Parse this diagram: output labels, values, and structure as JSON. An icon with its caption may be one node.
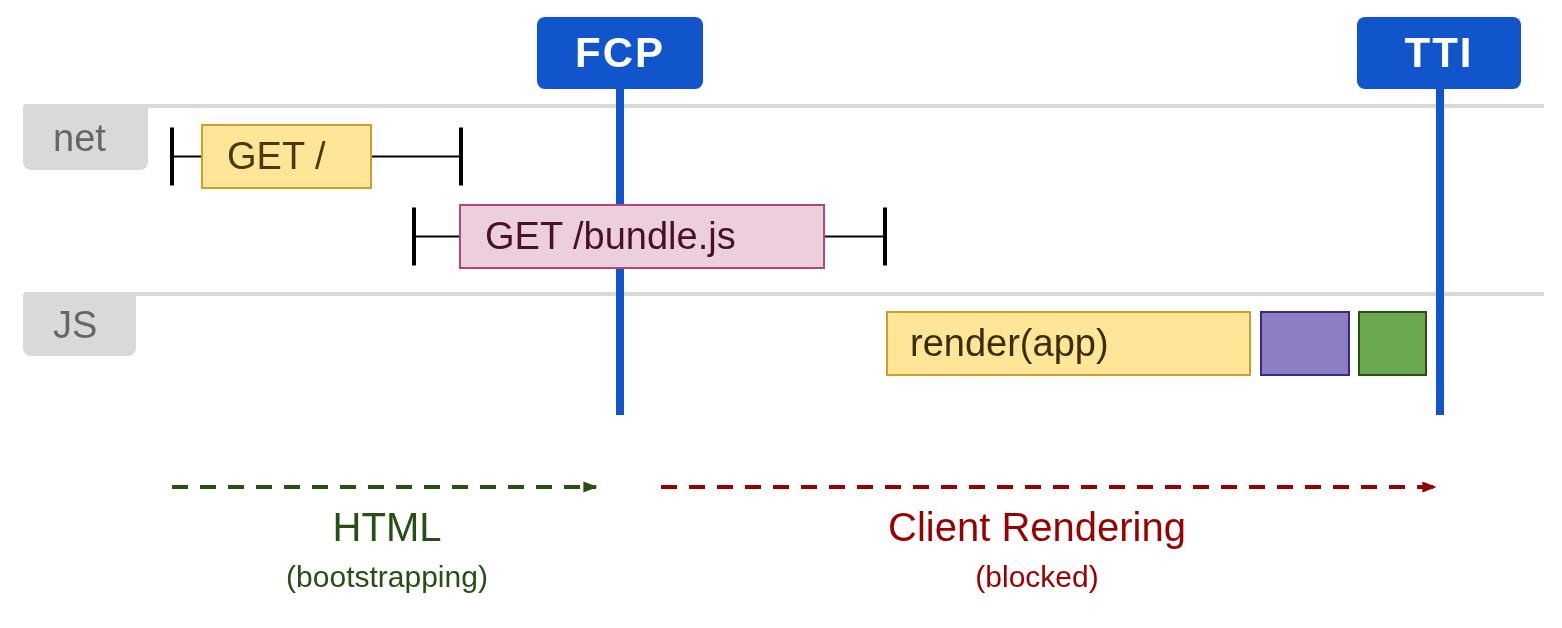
{
  "diagram": {
    "nodes": [
      {
        "text": [
          "FCP"
        ]
      },
      {
        "text": [
          "TTI"
        ]
      },
      {
        "text": [
          "net"
        ]
      },
      {
        "text": [
          "JS"
        ]
      },
      {
        "text": [
          "GET /"
        ]
      },
      {
        "text": [
          "GET /bundle.js"
        ]
      },
      {
        "text": [
          "render(app)"
        ]
      },
      {
        "text": [],
        "shape": "box"
      },
      {
        "text": [],
        "shape": "box"
      }
    ],
    "labels": [
      "HTML",
      "(bootstrapping)",
      "Client Rendering",
      "(blocked)"
    ]
  }
}
